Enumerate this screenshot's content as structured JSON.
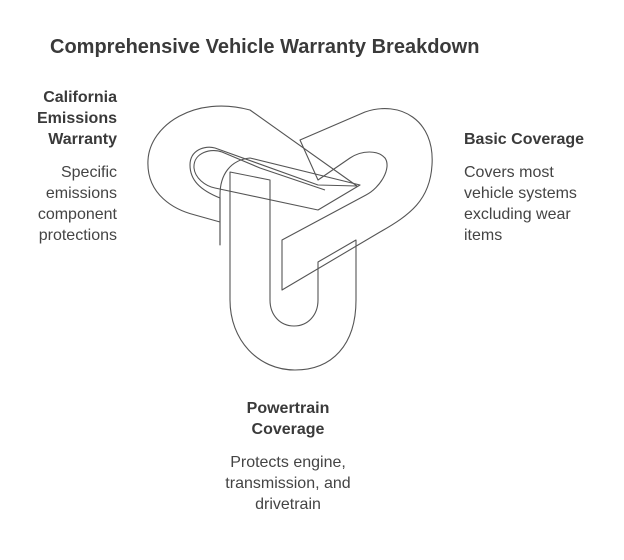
{
  "title": "Comprehensive Vehicle Warranty Breakdown",
  "nodes": {
    "california": {
      "heading_lines": [
        "California",
        "Emissions",
        "Warranty"
      ],
      "desc_lines": [
        "Specific",
        "emissions",
        "component",
        "protections"
      ]
    },
    "basic": {
      "heading_lines": [
        "Basic Coverage"
      ],
      "desc_lines": [
        "Covers most",
        "vehicle systems",
        "excluding wear",
        "items"
      ]
    },
    "powertrain": {
      "heading_lines": [
        "Powertrain",
        "Coverage"
      ],
      "desc_lines": [
        "Protects engine,",
        "transmission, and",
        "drivetrain"
      ]
    }
  },
  "colors": {
    "stroke": "#555555",
    "fill": "#ffffff",
    "text": "#333333"
  }
}
